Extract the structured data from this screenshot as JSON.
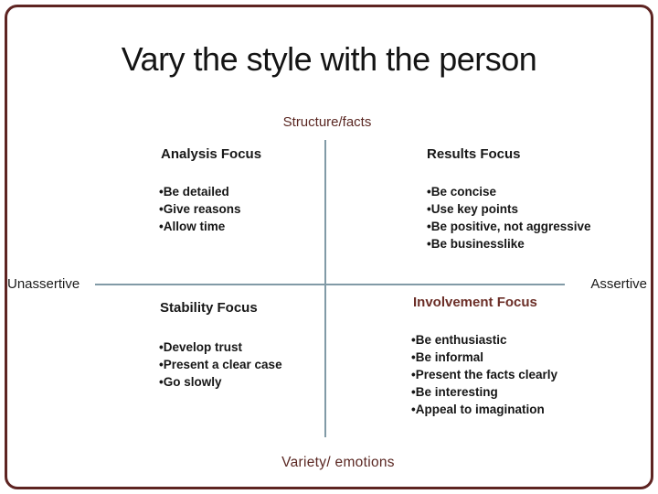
{
  "slide": {
    "title": "Vary the style with the person"
  },
  "theme": {
    "border_color": "#5E2422",
    "axis_line_color": "#819aa6",
    "accent_text_color": "#5a2722",
    "involvement_color": "#6b2e27",
    "ink_color": "#171717"
  },
  "axes": {
    "top_label": "Structure/facts",
    "bottom_label": "Variety/ emotions",
    "left_label": "Unassertive",
    "right_label": "Assertive"
  },
  "quadrants": {
    "top_left": {
      "heading": "Analysis Focus",
      "bullets": [
        "•Be detailed",
        "•Give reasons",
        "•Allow time"
      ]
    },
    "top_right": {
      "heading": "Results Focus",
      "bullets": [
        "•Be concise",
        "•Use key points",
        "•Be positive, not aggressive",
        "•Be businesslike"
      ]
    },
    "bottom_left": {
      "heading": "Stability Focus",
      "bullets": [
        "•Develop trust",
        "•Present a clear case",
        "•Go slowly"
      ]
    },
    "bottom_right": {
      "heading": "Involvement Focus",
      "bullets": [
        "•Be enthusiastic",
        "•Be informal",
        "•Present the facts clearly",
        "•Be interesting",
        "•Appeal to imagination"
      ]
    }
  }
}
